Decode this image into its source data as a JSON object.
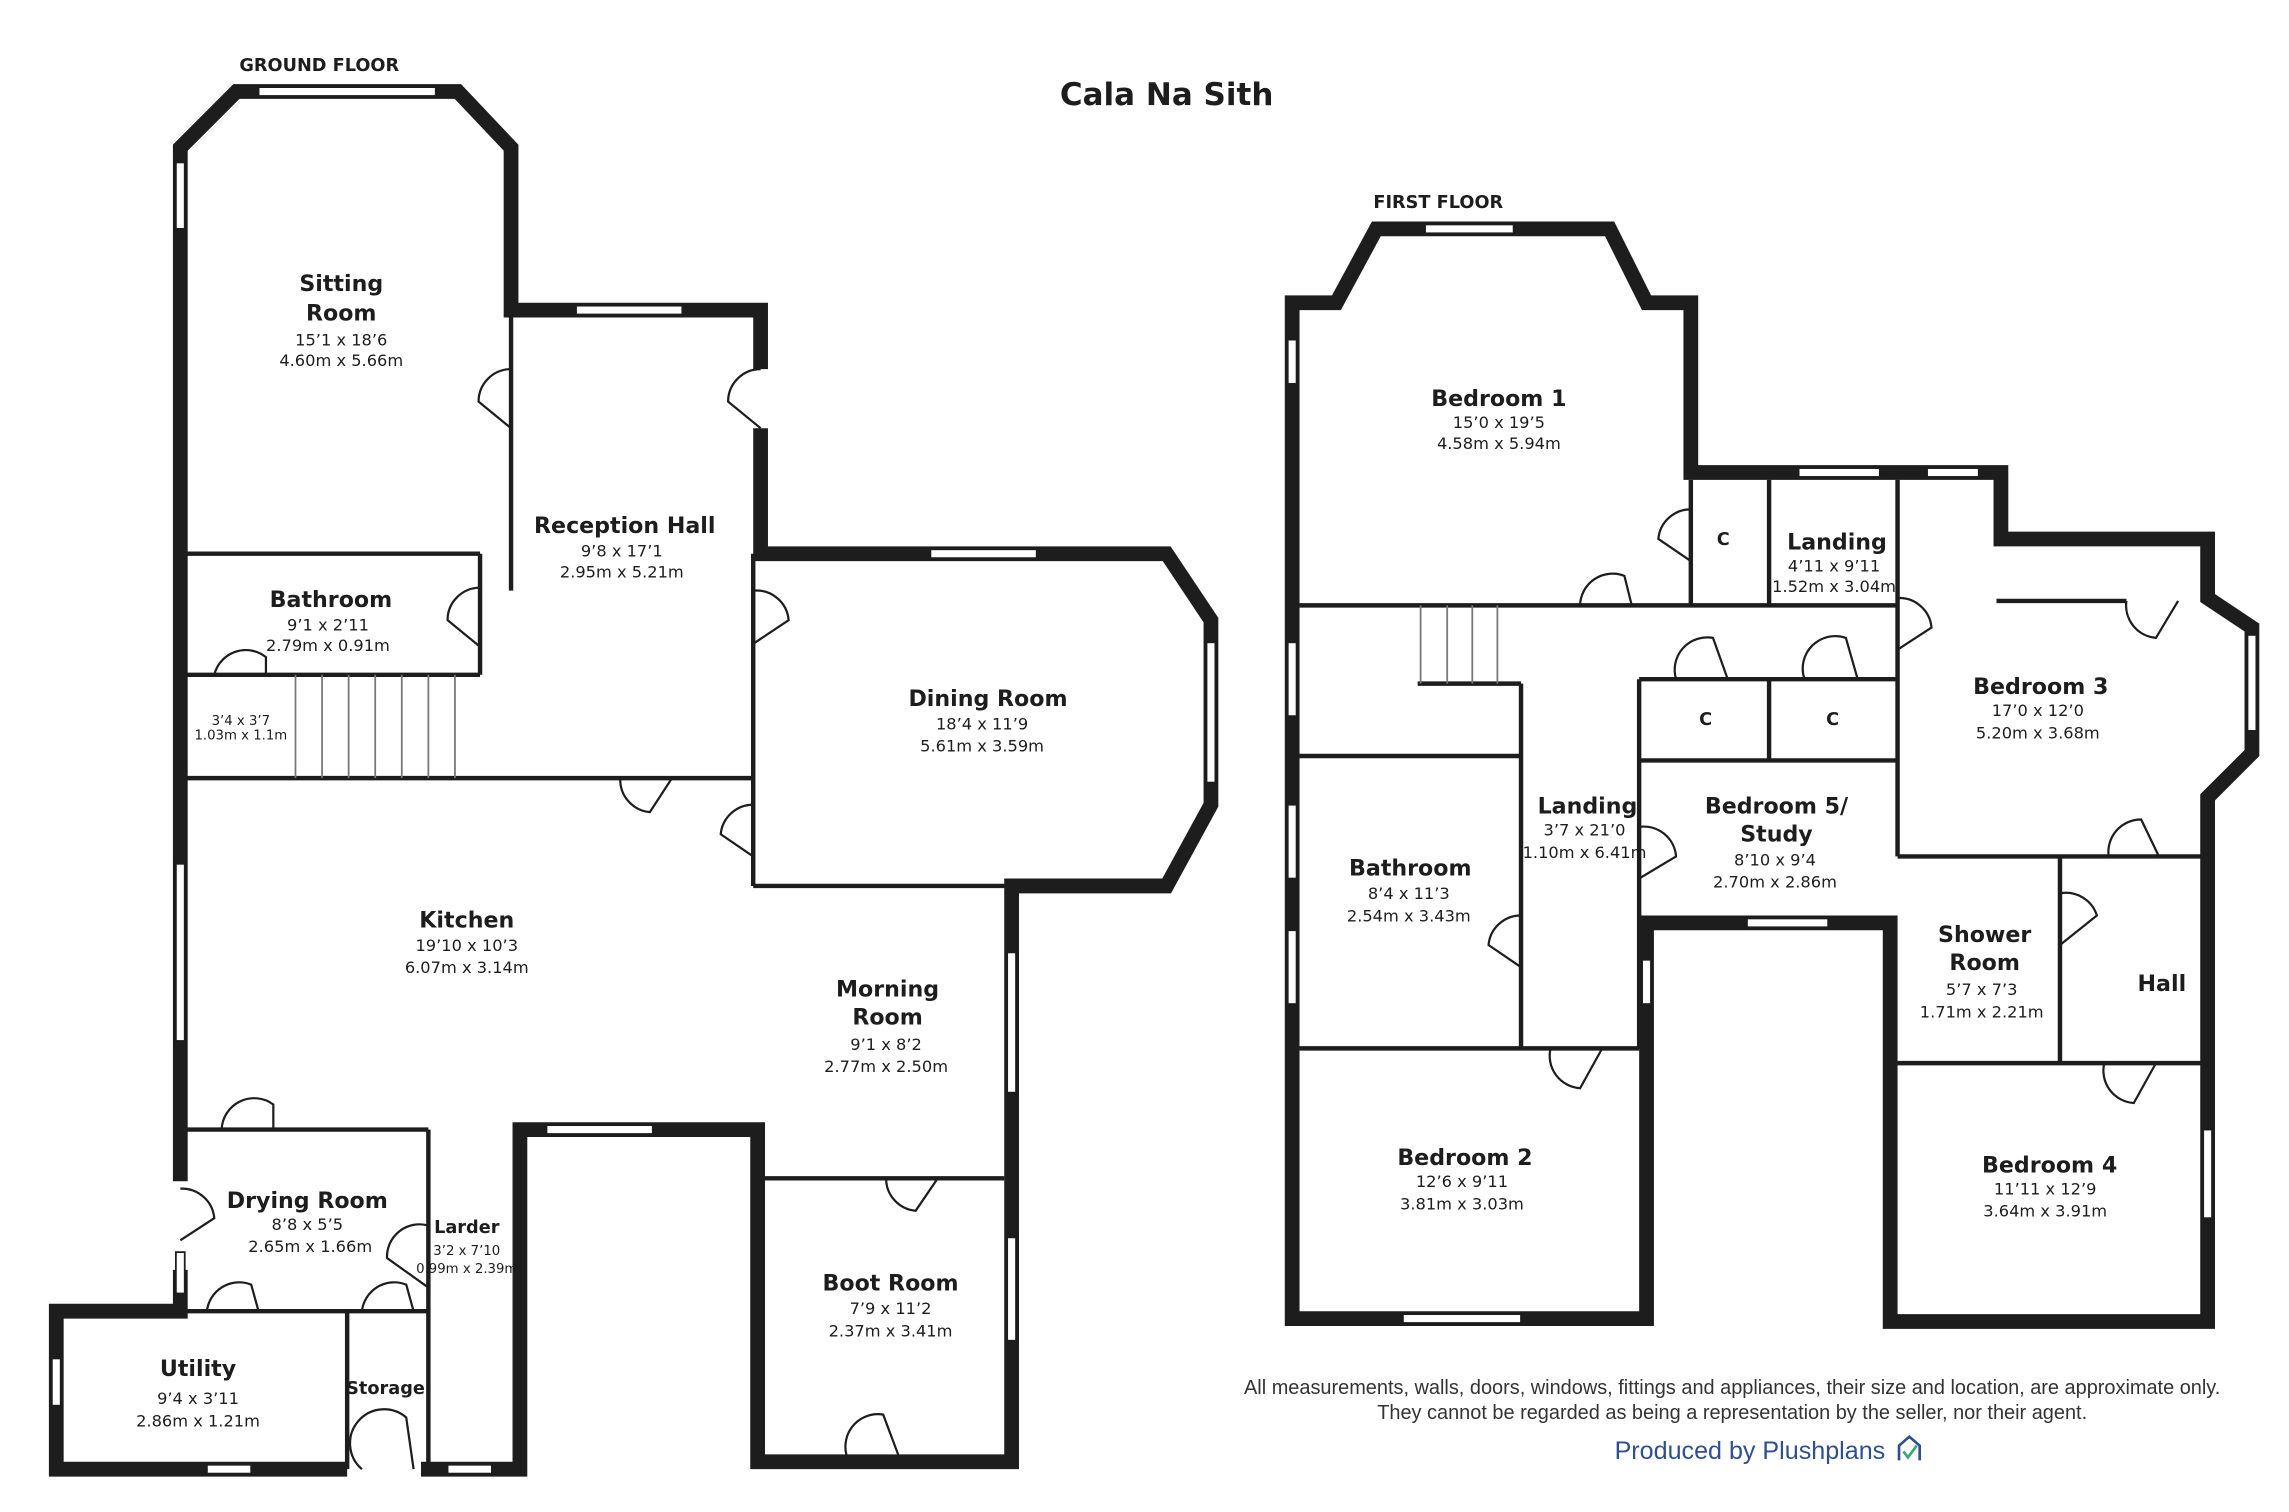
{
  "title": "Cala Na Sith",
  "ground_floor": {
    "label": "GROUND FLOOR",
    "rooms": [
      {
        "name": [
          "Sitting",
          "Room"
        ],
        "imperial": "15’1 x 18’6",
        "metric": "4.60m x 5.66m"
      },
      {
        "name": [
          "Reception Hall"
        ],
        "imperial": "9’8 x 17’1",
        "metric": "2.95m x 5.21m"
      },
      {
        "name": [
          "Bathroom"
        ],
        "imperial": "9’1 x 2’11",
        "metric": "2.79m x 0.91m"
      },
      {
        "name": [],
        "imperial": "3’4 x 3’7",
        "metric": "1.03m x 1.1m"
      },
      {
        "name": [
          "Dining Room"
        ],
        "imperial": "18’4 x 11’9",
        "metric": "5.61m x 3.59m"
      },
      {
        "name": [
          "Kitchen"
        ],
        "imperial": "19’10 x 10’3",
        "metric": "6.07m x 3.14m"
      },
      {
        "name": [
          "Morning",
          "Room"
        ],
        "imperial": "9’1 x 8’2",
        "metric": "2.77m x 2.50m"
      },
      {
        "name": [
          "Drying Room"
        ],
        "imperial": "8’8 x 5’5",
        "metric": "2.65m x 1.66m"
      },
      {
        "name": [
          "Larder"
        ],
        "imperial": "3’2 x 7’10",
        "metric": "0.99m x 2.39m"
      },
      {
        "name": [
          "Boot Room"
        ],
        "imperial": "7’9 x 11’2",
        "metric": "2.37m x 3.41m"
      },
      {
        "name": [
          "Utility"
        ],
        "imperial": "9’4 x 3’11",
        "metric": "2.86m x 1.21m"
      },
      {
        "name": [
          "Storage"
        ]
      }
    ]
  },
  "first_floor": {
    "label": "FIRST FLOOR",
    "rooms": [
      {
        "name": [
          "Bedroom 1"
        ],
        "imperial": "15’0 x 19’5",
        "metric": "4.58m x 5.94m"
      },
      {
        "name": [
          "Landing"
        ],
        "imperial": "4’11 x 9’11",
        "metric": "1.52m x 3.04m"
      },
      {
        "name": [
          "Bedroom 3"
        ],
        "imperial": "17’0 x 12’0",
        "metric": "5.20m x 3.68m"
      },
      {
        "name": [
          "Landing"
        ],
        "imperial": "3’7 x 21’0",
        "metric": "1.10m x 6.41m"
      },
      {
        "name": [
          "Bedroom 5/",
          "Study"
        ],
        "imperial": "8’10 x 9’4",
        "metric": "2.70m x 2.86m"
      },
      {
        "name": [
          "Bathroom"
        ],
        "imperial": "8’4 x 11’3",
        "metric": "2.54m x 3.43m"
      },
      {
        "name": [
          "Shower",
          "Room"
        ],
        "imperial": "5’7 x 7’3",
        "metric": "1.71m x 2.21m"
      },
      {
        "name": [
          "Hall"
        ]
      },
      {
        "name": [
          "Bedroom 2"
        ],
        "imperial": "12’6 x 9’11",
        "metric": "3.81m x 3.03m"
      },
      {
        "name": [
          "Bedroom 4"
        ],
        "imperial": "11’11 x 12’9",
        "metric": "3.64m x 3.91m"
      }
    ],
    "cupboard_label": "C"
  },
  "disclaimer": [
    "All measurements, walls, doors, windows, fittings and appliances, their size and location, are approximate only.",
    "They cannot be regarded as being a representation by the seller, nor their agent."
  ],
  "producer": "Produced by Plushplans",
  "colors": {
    "wall": "#1d1d1d",
    "brand": "#2f4f8f",
    "brand_icon": "#3aa57a"
  }
}
